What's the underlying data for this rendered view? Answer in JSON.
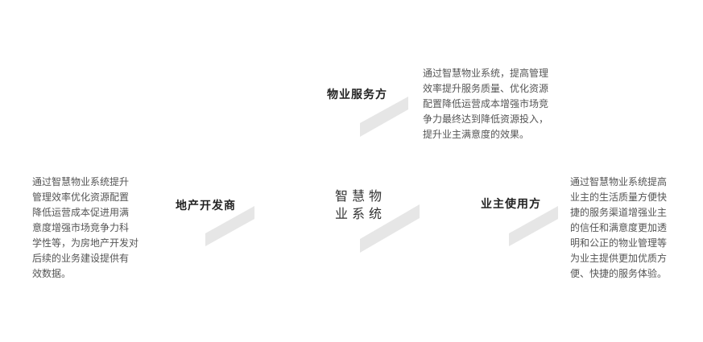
{
  "center": {
    "title_line1": "智慧物",
    "title_line2": "业系统"
  },
  "nodes": {
    "service": {
      "label": "物业服务方",
      "desc": [
        "通过智慧物业系统，提高管理",
        "效率提升服务质量、优化资源",
        "配置降低运营成本增强市场竞",
        "争力最终达到降低资源投入，",
        "提升业主满意度的效果。"
      ]
    },
    "developer": {
      "label": "地产开发商",
      "desc": [
        "通过智慧物业系统提升",
        "管理效率优化资源配置",
        "降低运营成本促进用满",
        "意度增强市场竞争力科",
        "学性等，为房地产开发对",
        "后续的业务建设提供有",
        "效数据。"
      ]
    },
    "owner": {
      "label": "业主使用方",
      "desc": [
        "通过智慧物业系统提高",
        "业主的生活质量方便快",
        "捷的服务渠道增强业主",
        "的信任和满意度更加透",
        "明和公正的物业管理等",
        "为业主提供更加优质方",
        "便、快捷的服务体验。"
      ]
    }
  },
  "colors": {
    "stripe": "#e6e6e6",
    "label": "#222222",
    "text": "#555555"
  }
}
